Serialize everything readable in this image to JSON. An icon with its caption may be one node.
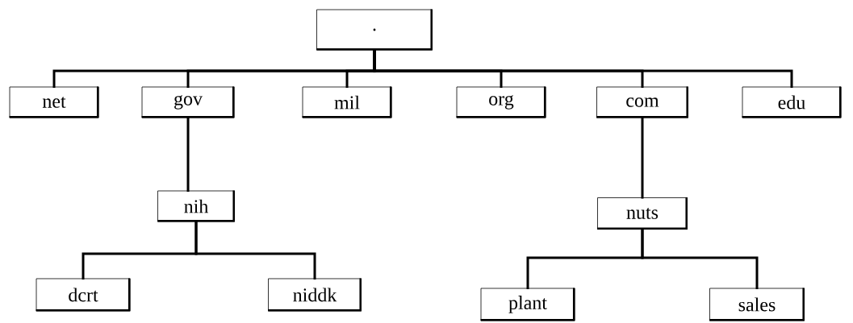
{
  "diagram": {
    "nodes": [
      {
        "text": [
          "."
        ]
      },
      {
        "text": [
          "net"
        ]
      },
      {
        "text": [
          "gov"
        ]
      },
      {
        "text": [
          "mil"
        ]
      },
      {
        "text": [
          "org"
        ]
      },
      {
        "text": [
          "com"
        ]
      },
      {
        "text": [
          "edu"
        ]
      },
      {
        "text": [
          "nih"
        ]
      },
      {
        "text": [
          "nuts"
        ]
      },
      {
        "text": [
          "dcrt"
        ]
      },
      {
        "text": [
          "niddk"
        ]
      },
      {
        "text": [
          "plant"
        ]
      },
      {
        "text": [
          "sales"
        ]
      }
    ],
    "edges": [
      {
        "from": 0,
        "to": 1,
        "arrow": "none"
      },
      {
        "from": 0,
        "to": 2,
        "arrow": "none"
      },
      {
        "from": 0,
        "to": 3,
        "arrow": "none"
      },
      {
        "from": 0,
        "to": 4,
        "arrow": "none"
      },
      {
        "from": 0,
        "to": 5,
        "arrow": "none"
      },
      {
        "from": 0,
        "to": 6,
        "arrow": "none"
      },
      {
        "from": 2,
        "to": 7,
        "arrow": "none"
      },
      {
        "from": 5,
        "to": 8,
        "arrow": "none"
      },
      {
        "from": 7,
        "to": 9,
        "arrow": "none"
      },
      {
        "from": 7,
        "to": 10,
        "arrow": "none"
      },
      {
        "from": 8,
        "to": 11,
        "arrow": "none"
      },
      {
        "from": 8,
        "to": 12,
        "arrow": "none"
      }
    ]
  }
}
